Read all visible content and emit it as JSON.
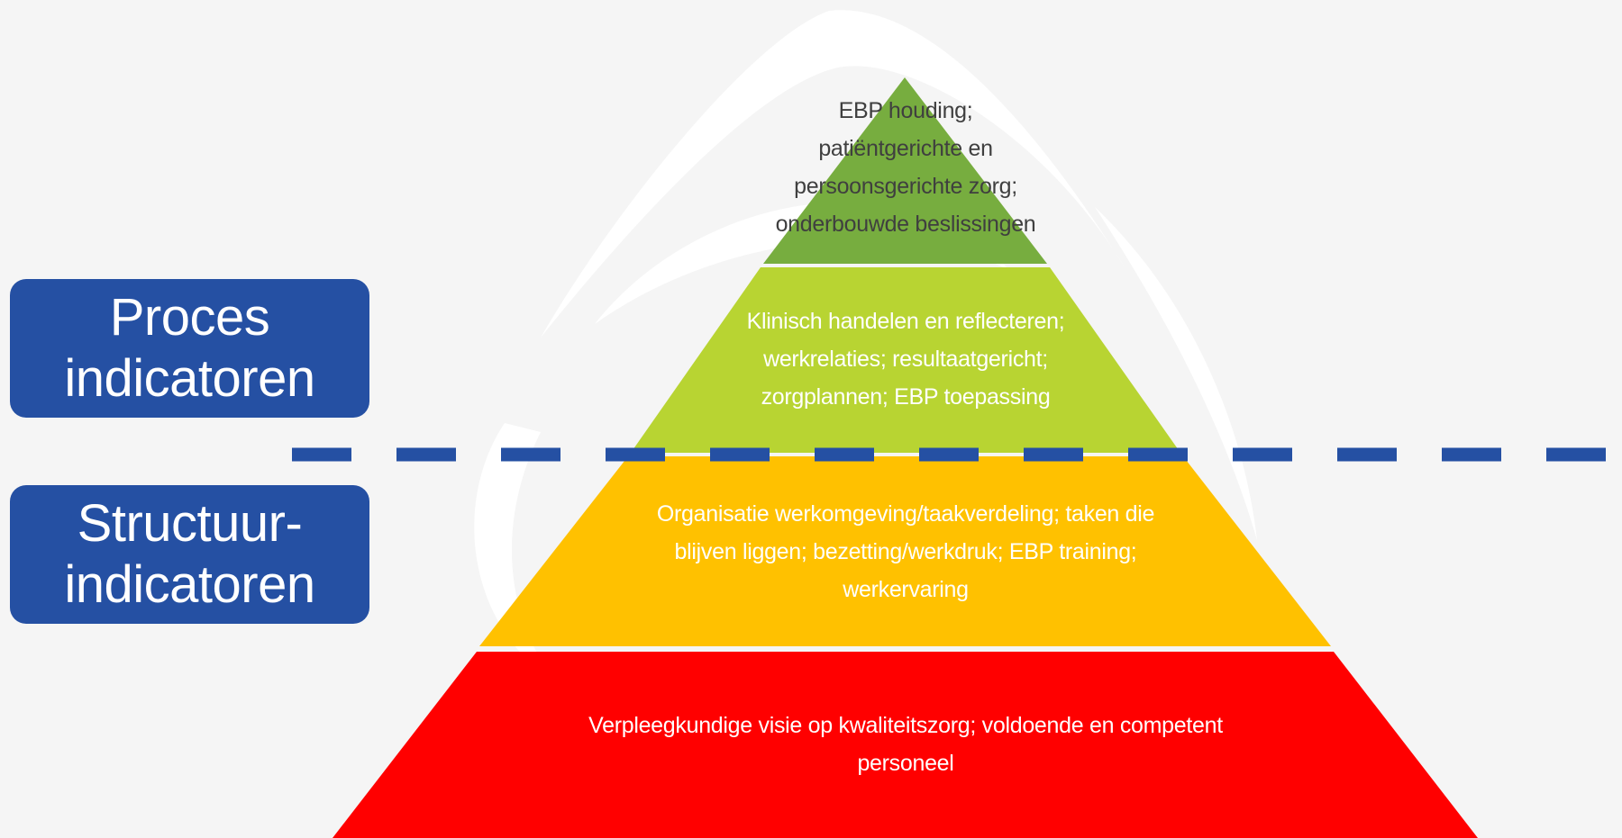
{
  "labels": {
    "process": [
      "Proces",
      "indicatoren"
    ],
    "structure": [
      "Structuur-",
      "indicatoren"
    ]
  },
  "pyramid": {
    "layers": [
      {
        "id": "top",
        "lines": [
          "EBP houding;",
          "patiëntgerichte en",
          "persoonsgerichte zorg;",
          "onderbouwde beslissingen"
        ],
        "color": "#77ad3f"
      },
      {
        "id": "second",
        "lines": [
          "Klinisch handelen en reflecteren;",
          "werkrelaties; resultaatgericht;",
          "zorgplannen; EBP toepassing"
        ],
        "color": "#b8d432"
      },
      {
        "id": "third",
        "lines": [
          "Organisatie werkomgeving/taakverdeling; taken die",
          "blijven liggen; bezetting/werkdruk; EBP training;",
          "werkervaring"
        ],
        "color": "#ffc100"
      },
      {
        "id": "base",
        "lines": [
          "Verpleegkundige visie op kwaliteitszorg; voldoende en competent",
          "personeel"
        ],
        "color": "#ff0000"
      }
    ]
  },
  "colors": {
    "background": "#f5f5f5",
    "label_box": "#2550a3",
    "divider": "#2550a3",
    "swoosh": "#ffffff"
  }
}
